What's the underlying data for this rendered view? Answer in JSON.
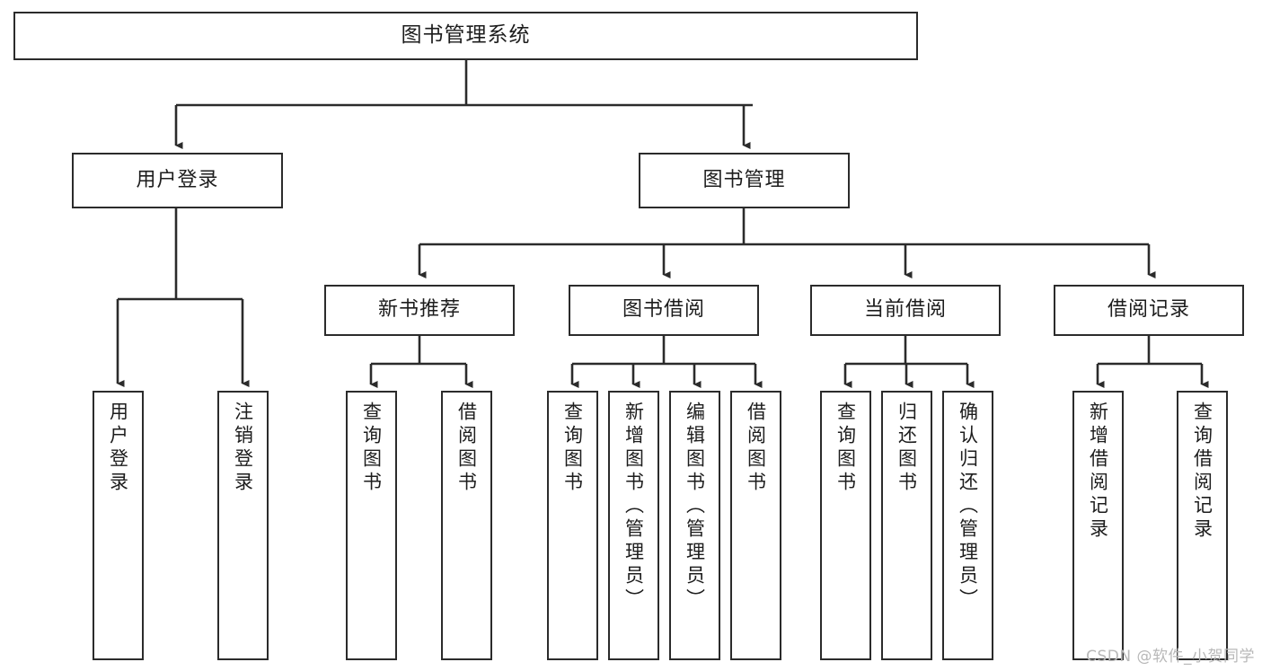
{
  "diagram": {
    "title": "图书管理系统",
    "type": "hierarchy-tree",
    "watermark": "CSDN @软件_小贺同学",
    "colors": {
      "background": "#ffffff",
      "box_border": "#2b2b2b",
      "text": "#1d1d1d",
      "connector": "#2b2b2b",
      "watermark": "#b8b8b8"
    },
    "nodes": {
      "root": {
        "label": "图书管理系统"
      },
      "level1": [
        {
          "id": "user-login",
          "label": "用户登录"
        },
        {
          "id": "book-manage",
          "label": "图书管理"
        }
      ],
      "level2": [
        {
          "id": "new-book-recommend",
          "label": "新书推荐",
          "parent": "book-manage"
        },
        {
          "id": "book-borrow",
          "label": "图书借阅",
          "parent": "book-manage"
        },
        {
          "id": "current-borrow",
          "label": "当前借阅",
          "parent": "book-manage"
        },
        {
          "id": "borrow-record",
          "label": "借阅记录",
          "parent": "book-manage"
        }
      ],
      "leaves": [
        {
          "id": "leaf-user-login",
          "label": "用户登录",
          "parent": "user-login"
        },
        {
          "id": "leaf-logout",
          "label": "注销登录",
          "parent": "user-login"
        },
        {
          "id": "leaf-query-book-1",
          "label": "查询图书",
          "parent": "new-book-recommend"
        },
        {
          "id": "leaf-borrow-book-1",
          "label": "借阅图书",
          "parent": "new-book-recommend"
        },
        {
          "id": "leaf-query-book-2",
          "label": "查询图书",
          "parent": "book-borrow"
        },
        {
          "id": "leaf-add-book",
          "label": "新增图书（管理员）",
          "parent": "book-borrow"
        },
        {
          "id": "leaf-edit-book",
          "label": "编辑图书（管理员）",
          "parent": "book-borrow"
        },
        {
          "id": "leaf-borrow-book-2",
          "label": "借阅图书",
          "parent": "book-borrow"
        },
        {
          "id": "leaf-query-book-3",
          "label": "查询图书",
          "parent": "current-borrow"
        },
        {
          "id": "leaf-return-book",
          "label": "归还图书",
          "parent": "current-borrow"
        },
        {
          "id": "leaf-confirm-return",
          "label": "确认归还（管理员）",
          "parent": "current-borrow"
        },
        {
          "id": "leaf-add-record",
          "label": "新增借阅记录",
          "parent": "borrow-record"
        },
        {
          "id": "leaf-query-record",
          "label": "查询借阅记录",
          "parent": "borrow-record"
        }
      ]
    }
  }
}
